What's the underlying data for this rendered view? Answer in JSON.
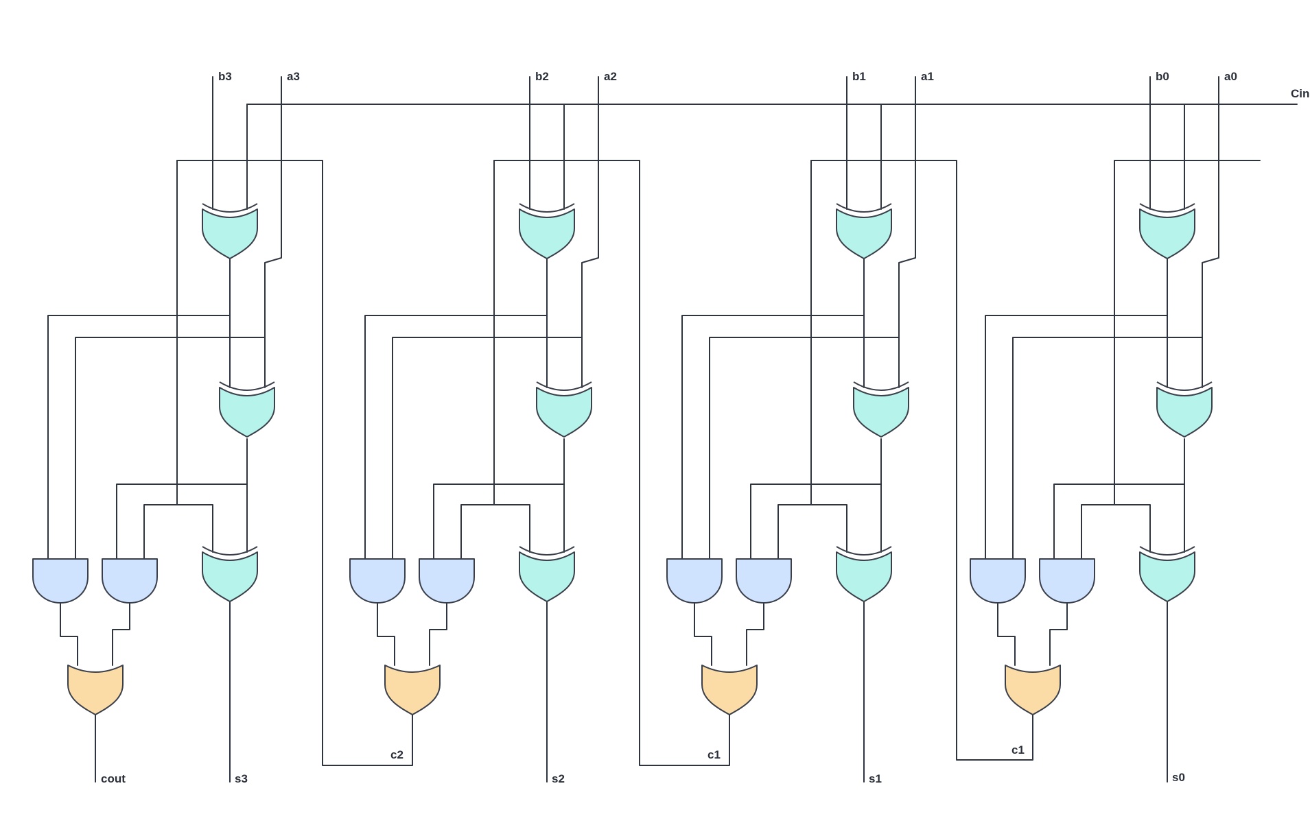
{
  "colors": {
    "wire": "#2e3440",
    "xor_fill": "#b6f3ea",
    "and_fill": "#cfe2fe",
    "or_fill": "#fcdca6",
    "label": "#2a2f3a"
  },
  "inputs": {
    "cin": "Cin",
    "b3": "b3",
    "a3": "a3",
    "b2": "b2",
    "a2": "a2",
    "b1": "b1",
    "a1": "a1",
    "b0": "b0",
    "a0": "a0"
  },
  "outputs": {
    "cout": "cout",
    "s3": "s3",
    "s2": "s2",
    "s1": "s1",
    "s0": "s0"
  },
  "carries": {
    "c2": "c2",
    "c1_left": "c1",
    "c1_right": "c1"
  },
  "gate_types": {
    "xor": "xor-gate",
    "and": "and-gate",
    "or": "or-gate"
  }
}
